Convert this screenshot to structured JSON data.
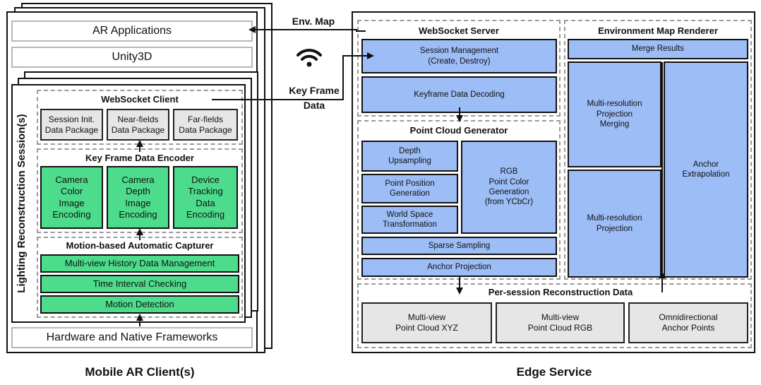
{
  "labels": {
    "env_map": "Env. Map",
    "key_frame_data": "Key Frame\nData",
    "mobile_caption": "Mobile AR Client(s)",
    "edge_caption": "Edge Service"
  },
  "client": {
    "ar_applications": "AR Applications",
    "unity3d": "Unity3D",
    "hardware": "Hardware and Native Frameworks",
    "session_label": "Lighting Reconstruction Session(s)",
    "websocket_client": {
      "title": "WebSocket Client",
      "packages": [
        "Session Init.\nData Package",
        "Near-fields\nData Package",
        "Far-fields\nData Package"
      ]
    },
    "encoder": {
      "title": "Key Frame Data Encoder",
      "items": [
        "Camera\nColor\nImage\nEncoding",
        "Camera\nDepth\nImage\nEncoding",
        "Device\nTracking\nData\nEncoding"
      ]
    },
    "capturer": {
      "title": "Motion-based Automatic Capturer",
      "items": [
        "Multi-view History Data Management",
        "Time Interval Checking",
        "Motion Detection"
      ]
    }
  },
  "edge": {
    "websocket_server": {
      "title": "WebSocket Server",
      "session_management": "Session Management\n(Create, Destroy)",
      "keyframe_decoding": "Keyframe Data Decoding"
    },
    "point_cloud_generator": {
      "title": "Point Cloud Generator",
      "depth_upsampling": "Depth\nUpsampling",
      "point_position": "Point Position\nGeneration",
      "world_space": "World Space\nTransformation",
      "rgb_color": "RGB\nPoint Color\nGeneration\n(from YCbCr)",
      "sparse_sampling": "Sparse Sampling",
      "anchor_projection": "Anchor Projection"
    },
    "env_map_renderer": {
      "title": "Environment Map Renderer",
      "merge_results": "Merge Results",
      "projection_merging": "Multi-resolution\nProjection\nMerging",
      "projection": "Multi-resolution\nProjection",
      "anchor_extrapolation": "Anchor\nExtrapolation"
    },
    "reconstruction_data": {
      "title": "Per-session Reconstruction Data",
      "items": [
        "Multi-view\nPoint Cloud XYZ",
        "Multi-view\nPoint Cloud RGB",
        "Omnidirectional\nAnchor Points"
      ]
    }
  },
  "colors": {
    "green": "#4ddc8c",
    "blue": "#9dbdf7",
    "gray": "#e6e6e6"
  },
  "icons": [
    "wifi-icon"
  ]
}
